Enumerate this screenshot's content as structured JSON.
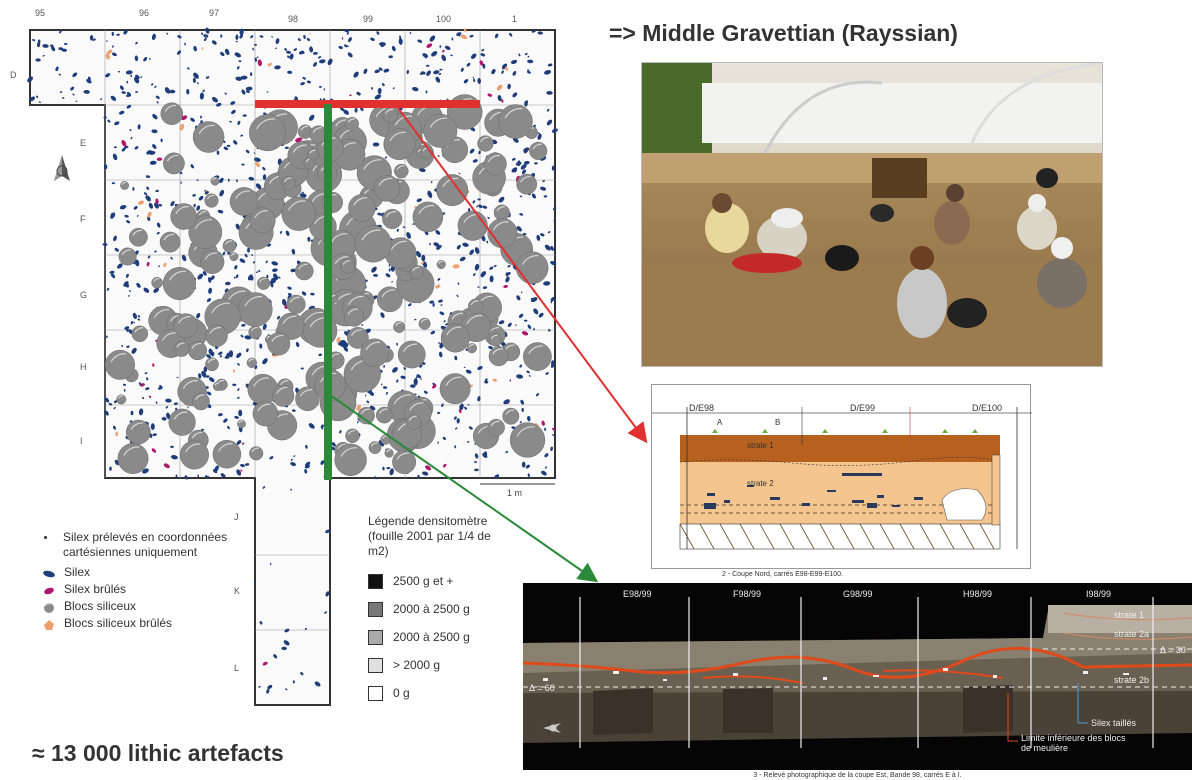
{
  "heading_main": "=> Middle Gravettian (Rayssian)",
  "heading_count": "≈ 13 000 lithic artefacts",
  "plan": {
    "columns": [
      "95",
      "96",
      "97",
      "98",
      "99",
      "100",
      "1"
    ],
    "rows": [
      "D",
      "E",
      "F",
      "G",
      "H",
      "I",
      "J",
      "K",
      "L"
    ],
    "scale_label": "1 m"
  },
  "legend_left": {
    "items": [
      {
        "label": "Silex prélevés en coordonnées cartésiennes uniquement",
        "color": "#333333"
      },
      {
        "label": "Silex",
        "color": "#1f3d7a"
      },
      {
        "label": "Silex brûlés",
        "color": "#b0186e"
      },
      {
        "label": "Blocs siliceux",
        "color": "#8a8a8a"
      },
      {
        "label": "Blocs siliceux brûlés",
        "color": "#f0a070"
      }
    ]
  },
  "legend_right": {
    "title": "Légende densitomètre (fouille 2001 par 1/4 de m2)",
    "items": [
      {
        "label": "2500 g et +",
        "color": "#111111"
      },
      {
        "label": "2000 à 2500 g",
        "color": "#777777"
      },
      {
        "label": "2000 à 2500 g",
        "color": "#aaaaaa"
      },
      {
        "label": "> 2000 g",
        "color": "#e0e0e0"
      },
      {
        "label": "0 g",
        "color": "#ffffff"
      }
    ]
  },
  "section_north": {
    "squares": [
      "D/E98",
      "D/E99",
      "D/E100"
    ],
    "sub_labels": [
      "A",
      "B"
    ],
    "strata": [
      "strate 1",
      "strate 2"
    ],
    "caption": "2 - Coupe Nord, carrés E98-E99-E100."
  },
  "section_east": {
    "squares": [
      "E98/99",
      "F98/99",
      "G98/99",
      "H98/99",
      "I98/99"
    ],
    "strata": [
      "strate 1",
      "strate 2a",
      "strate 2b"
    ],
    "delta_left": "Δ = 60",
    "delta_right": "Δ = 30",
    "annotation_silex": "Silex taillés",
    "annotation_limit": "Limite inférieure des blocs de meulière",
    "caption": "3 - Relevé photographique de la coupe Est, Bande 98, carrés E à I."
  },
  "colors": {
    "red_line": "#e03030",
    "green_line": "#2a8a3a",
    "silex": "#1f3d7a"
  }
}
